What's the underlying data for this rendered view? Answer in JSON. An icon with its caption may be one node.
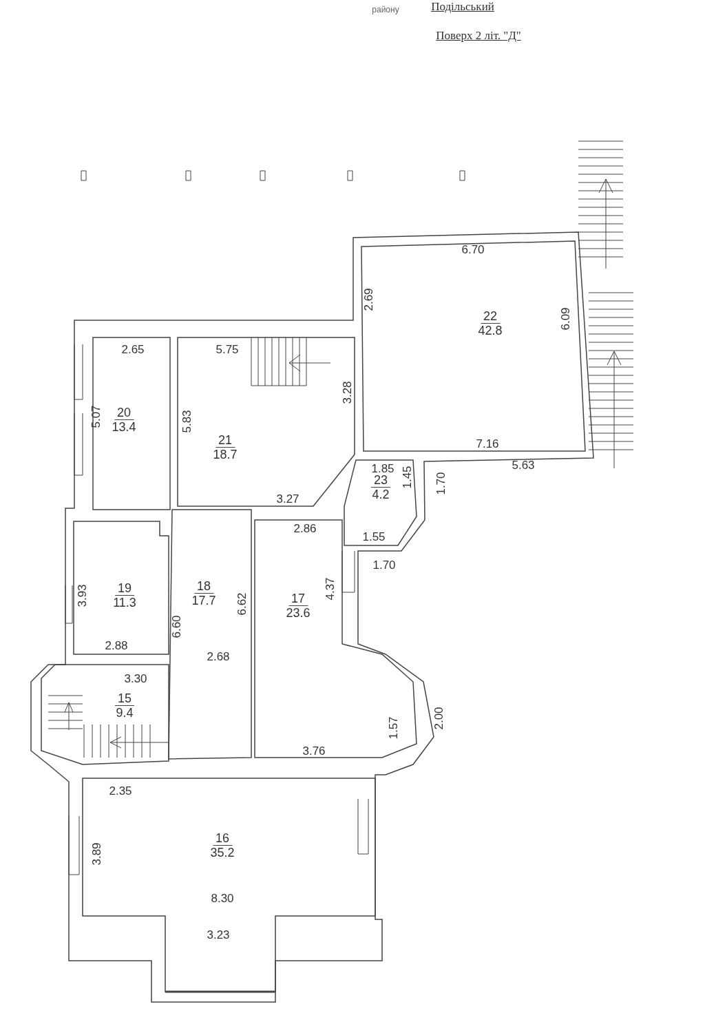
{
  "diagram": {
    "nodes": [
      {
        "text": [
          "22",
          "42.8"
        ]
      },
      {
        "text": [
          "20",
          "13.4"
        ]
      },
      {
        "text": [
          "21",
          "18.7"
        ]
      },
      {
        "text": [
          "23",
          "4.2"
        ]
      },
      {
        "text": [
          "19",
          "11.3"
        ]
      },
      {
        "text": [
          "18",
          "17.7"
        ]
      },
      {
        "text": [
          "17",
          "23.6"
        ]
      },
      {
        "text": [
          "15",
          "9.4"
        ]
      },
      {
        "text": [
          "16",
          "35.2"
        ]
      }
    ],
    "labels": [
      "району",
      "Подільський",
      "Поверх 2 літ. \"Д\"",
      "6.70",
      "2.69",
      "6.09",
      "2.65",
      "5.75",
      "3.28",
      "5.07",
      "5.83",
      "7.16",
      "1.85",
      "1.45",
      "1.70",
      "5.63",
      "3.27",
      "2.86",
      "1.55",
      "1.70",
      "3.93",
      "6.62",
      "4.37",
      "6.60",
      "2.88",
      "2.68",
      "3.30",
      "1.57",
      "2.00",
      "3.76",
      "2.35",
      "3.89",
      "8.30",
      "3.23"
    ]
  }
}
